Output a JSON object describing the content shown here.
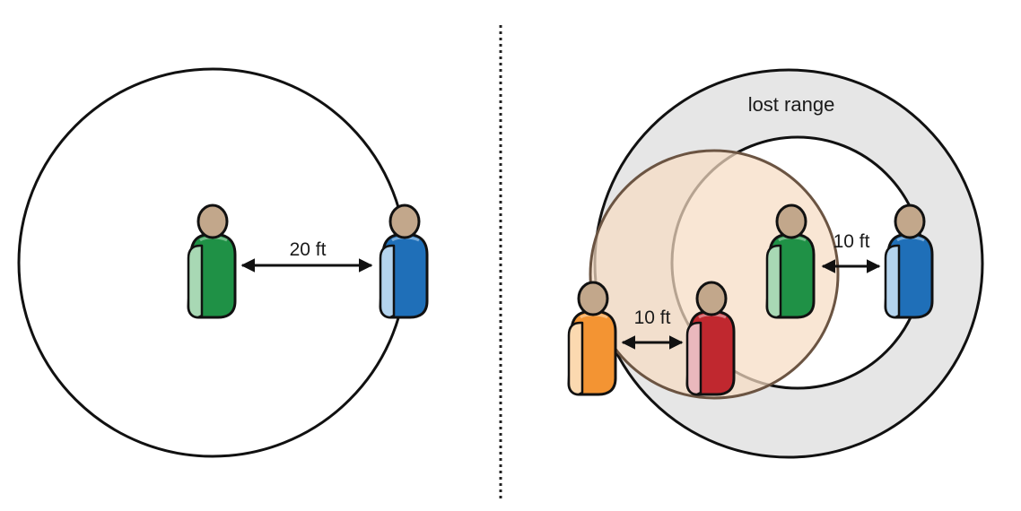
{
  "left_panel": {
    "distance_label": "20 ft",
    "people": [
      {
        "name": "green-person",
        "color": "#1f9146",
        "light": "#a8d8b4"
      },
      {
        "name": "blue-person",
        "color": "#1f6fb8",
        "light": "#b4d4ee"
      }
    ]
  },
  "right_panel": {
    "lost_range_label": "lost range",
    "distance_label_top": "10 ft",
    "distance_label_bottom": "10 ft",
    "people": [
      {
        "name": "green-person",
        "color": "#1f9146",
        "light": "#a8d8b4"
      },
      {
        "name": "blue-person",
        "color": "#1f6fb8",
        "light": "#b4d4ee"
      },
      {
        "name": "orange-person",
        "color": "#f39433",
        "light": "#fbd9b0"
      },
      {
        "name": "red-person",
        "color": "#c0282f",
        "light": "#eab8bd"
      }
    ]
  },
  "colors": {
    "skin": "#c2a78b",
    "outline": "#111111",
    "lost_range_fill": "#e6e6e6",
    "overlap_fill": "#f6dcc4",
    "divider": "#222222"
  }
}
